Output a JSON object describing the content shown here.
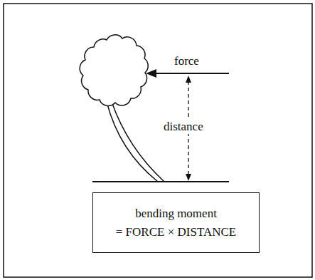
{
  "diagram": {
    "nodes": [
      {
        "text": [
          "bending moment",
          "= FORCE × DISTANCE"
        ]
      }
    ],
    "labels": [
      "force",
      "distance"
    ]
  }
}
